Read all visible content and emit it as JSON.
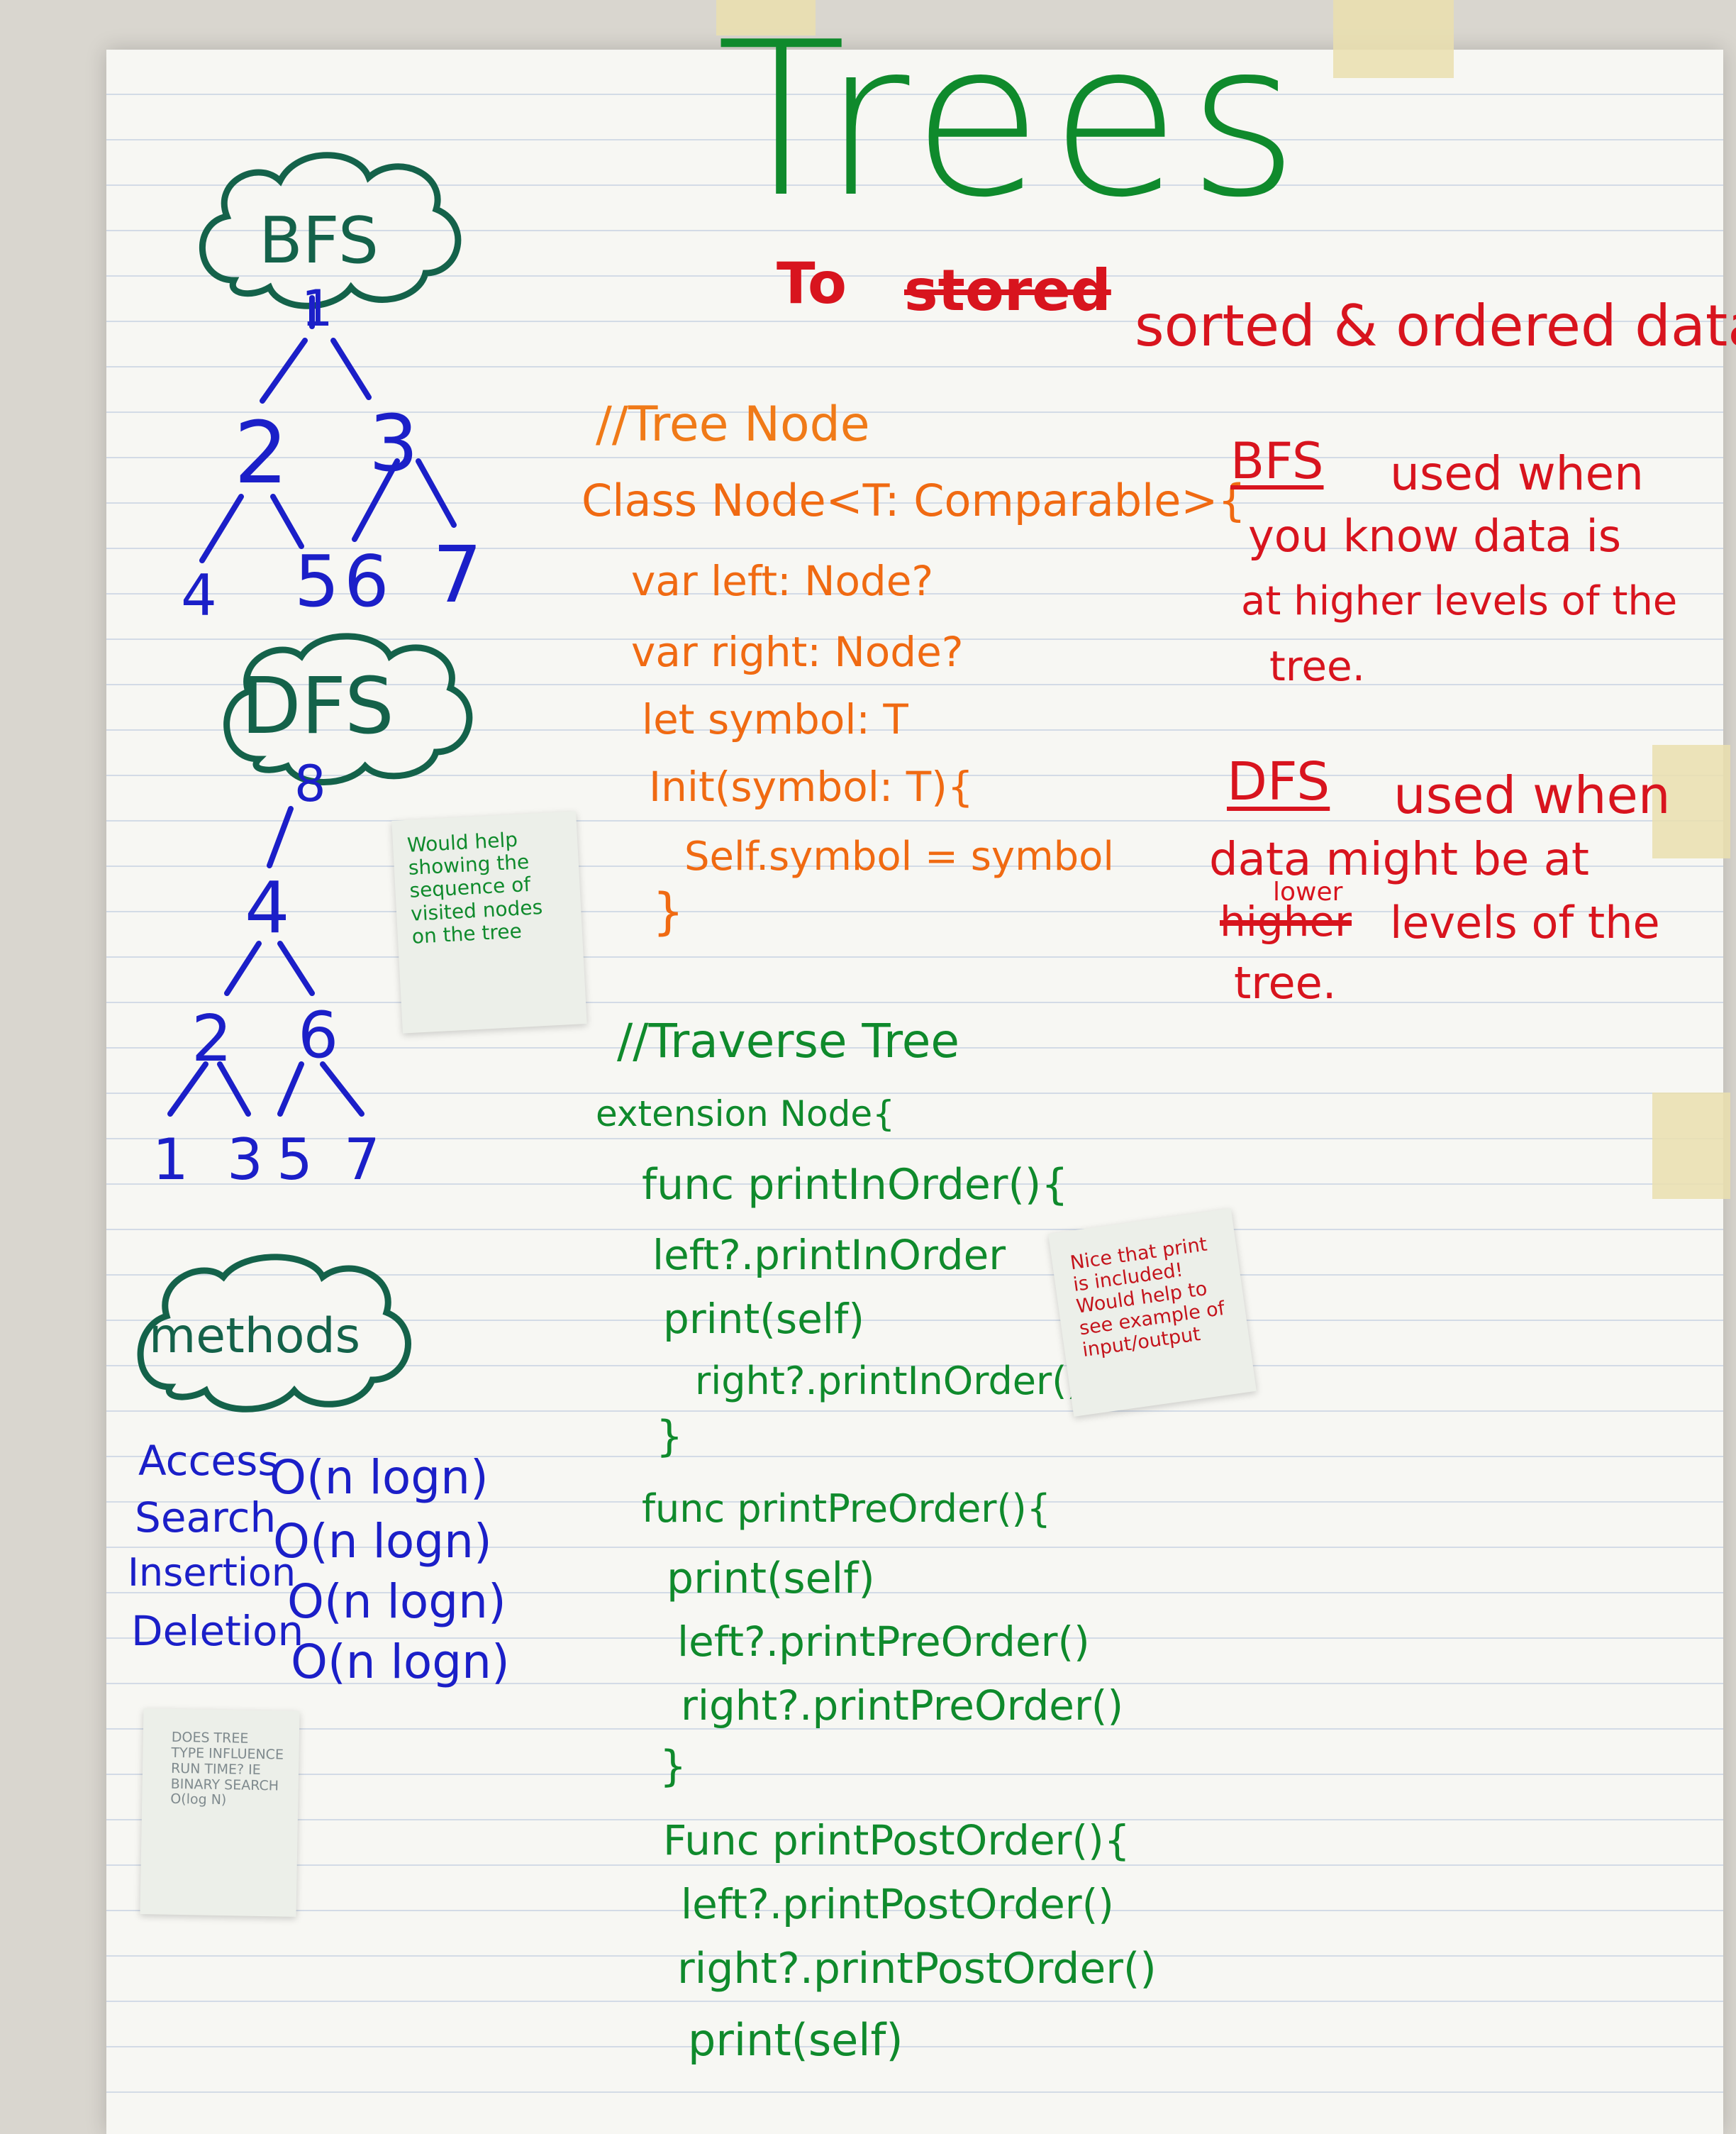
{
  "title": "Trees",
  "subtitle": {
    "to": "To",
    "struck": "stored",
    "rest": "sorted & ordered data."
  },
  "bfs_tree": {
    "label": "BFS",
    "nodes": [
      "1",
      "2",
      "3",
      "4",
      "5",
      "6",
      "7"
    ]
  },
  "dfs_tree": {
    "label": "DFS",
    "nodes": [
      "8",
      "4",
      "2",
      "6",
      "1",
      "3",
      "5",
      "7"
    ]
  },
  "sticky_note_1": "Would help showing the sequence of visited nodes on the tree",
  "methods": {
    "label": "methods",
    "rows": [
      {
        "name": "Access",
        "complexity": "O(n logn)"
      },
      {
        "name": "Search",
        "complexity": "O(n logn)"
      },
      {
        "name": "Insertion",
        "complexity": "O(n logn)"
      },
      {
        "name": "Deletion",
        "complexity": "O(n logn)"
      }
    ]
  },
  "sticky_note_3": "DOES TREE TYPE INFLUENCE RUN TIME? IE BINARY SEARCH O(log N)",
  "code_node": [
    "//Tree Node",
    "Class Node<T: Comparable>{",
    "var left: Node?",
    "var right: Node?",
    "let symbol: T",
    "Init(symbol: T){",
    "Self.symbol = symbol",
    "}"
  ],
  "code_traverse": [
    "//Traverse Tree",
    "extension Node{",
    "func printInOrder(){",
    "left?.printInOrder",
    "print(self)",
    "right?.printInOrder()",
    "}",
    "func printPreOrder(){",
    "print(self)",
    "left?.printPreOrder()",
    "right?.printPreOrder()",
    "}",
    "Func printPostOrder(){",
    "left?.printPostOrder()",
    "right?.printPostOrder()",
    "print(self)"
  ],
  "sticky_note_2": "Nice that print is included! Would help to see example of input/output",
  "bfs_note": {
    "heading": "BFS",
    "lines": [
      "used when",
      "you know data is",
      "at higher levels of the",
      "tree."
    ]
  },
  "dfs_note": {
    "heading": "DFS",
    "line1": "used when",
    "line2": "data might be at",
    "struck": "higher",
    "insert": "lower",
    "line3": "levels of the",
    "line4": "tree."
  },
  "colors": {
    "paper": "#f7f7f3",
    "title": "#0f8a2c",
    "code_node": "#f06a12",
    "code_traverse": "#0f8a2c",
    "notes": "#d8141e",
    "trees": "#1b1fc8",
    "clouds": "#14624a"
  }
}
